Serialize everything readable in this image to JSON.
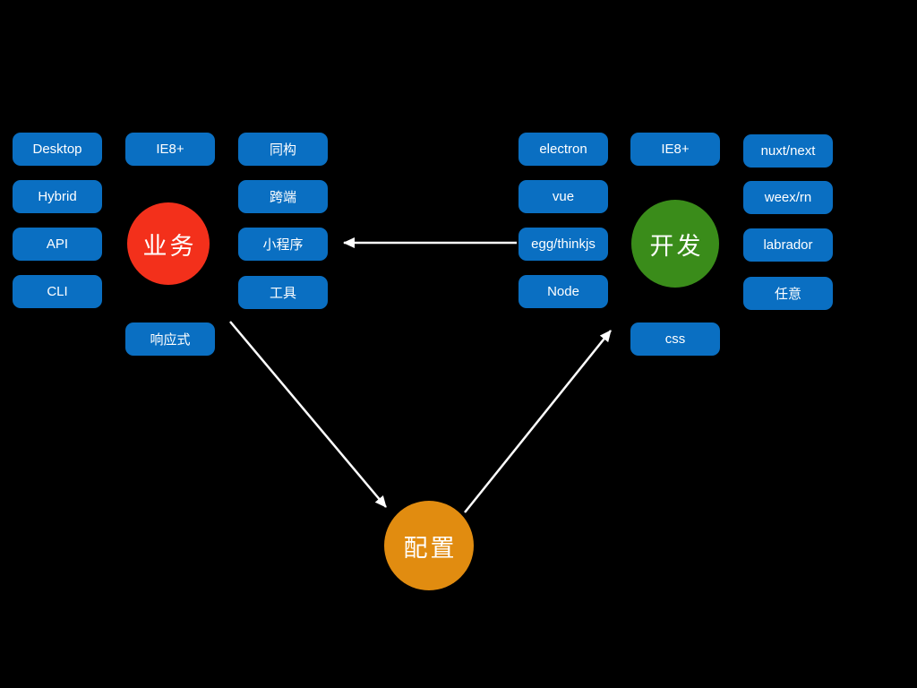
{
  "colors": {
    "background": "#000000",
    "pill_blue": "#0a6fc2",
    "business_red": "#f3301b",
    "develop_green": "#3a8c1a",
    "config_orange": "#e18c10",
    "arrow_white": "#ffffff",
    "text_white": "#ffffff"
  },
  "left_cluster": {
    "targets": [
      {
        "label": "Desktop"
      },
      {
        "label": "Hybrid"
      },
      {
        "label": "API"
      },
      {
        "label": "CLI"
      }
    ],
    "browser_pill": {
      "label": "IE8+"
    },
    "center_circle": {
      "label": "业务"
    },
    "responsive_pill": {
      "label": "响应式"
    },
    "capabilities": [
      {
        "label": "同构"
      },
      {
        "label": "跨端"
      },
      {
        "label": "小程序"
      },
      {
        "label": "工具"
      }
    ]
  },
  "right_cluster": {
    "stack": [
      {
        "label": "electron"
      },
      {
        "label": "vue"
      },
      {
        "label": "egg/thinkjs"
      },
      {
        "label": "Node"
      }
    ],
    "browser_pill": {
      "label": "IE8+"
    },
    "center_circle": {
      "label": "开发"
    },
    "css_pill": {
      "label": "css"
    },
    "frameworks": [
      {
        "label": "nuxt/next"
      },
      {
        "label": "weex/rn"
      },
      {
        "label": "labrador"
      },
      {
        "label": "任意"
      }
    ]
  },
  "bottom_cluster": {
    "center_circle": {
      "label": "配置"
    }
  },
  "arrows": [
    {
      "name": "develop-to-miniprogram",
      "from": "egg/thinkjs",
      "to": "小程序"
    },
    {
      "name": "business-to-config",
      "from": "业务",
      "to": "配置"
    },
    {
      "name": "config-to-develop",
      "from": "配置",
      "to": "开发"
    }
  ]
}
